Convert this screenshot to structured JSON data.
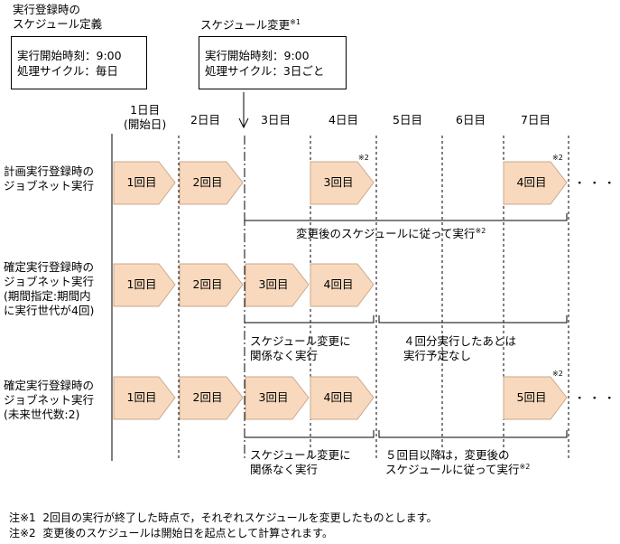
{
  "header": {
    "initial_title_1": "実行登録時の",
    "initial_title_2": "スケジュール定義",
    "initial_box_line1": "実行開始時刻：9:00",
    "initial_box_line2": "処理サイクル：毎日",
    "change_title": "スケジュール変更",
    "change_mark": "※1",
    "change_box_line1": "実行開始時刻：9:00",
    "change_box_line2": "処理サイクル：3日ごと"
  },
  "days": {
    "d1_line1": "1日目",
    "d1_line2": "(開始日)",
    "d2": "2日目",
    "d3": "3日目",
    "d4": "4日目",
    "d5": "5日目",
    "d6": "6日目",
    "d7": "7日目"
  },
  "rows": {
    "r1_line1": "計画実行登録時の",
    "r1_line2": "ジョブネット実行",
    "r2_line1": "確定実行登録時の",
    "r2_line2": "ジョブネット実行",
    "r2_line3": "(期間指定:期間内",
    "r2_line4": "に実行世代が4回)",
    "r3_line1": "確定実行登録時の",
    "r3_line2": "ジョブネット実行",
    "r3_line3": "(未来世代数:2)"
  },
  "runs": {
    "first": "1回目",
    "second": "2回目",
    "third": "3回目",
    "fourth": "4回目",
    "fifth": "5回目",
    "note_mark": "※2",
    "ellipsis": "・・・"
  },
  "brackets": {
    "r1_text": "変更後のスケジュールに従って実行",
    "r1_mark": "※2",
    "r2_left_1": "スケジュール変更に",
    "r2_left_2": "関係なく実行",
    "r2_right_1": "４回分実行したあとは",
    "r2_right_2": "実行予定なし",
    "r3_left_1": "スケジュール変更に",
    "r3_left_2": "関係なく実行",
    "r3_right_1": "５回目以降は，変更後の",
    "r3_right_2": "スケジュールに従って実行",
    "r3_right_mark": "※2"
  },
  "notes": {
    "n1_label": "注※1",
    "n1_text": "2回目の実行が終了した時点で，それぞれスケジュールを変更したものとします。",
    "n2_label": "注※2",
    "n2_text": "変更後のスケジュールは開始日を起点として計算されます。"
  },
  "colors": {
    "run_fill": "#f9d9bd",
    "run_stroke": "#c9a88c",
    "line": "#000000"
  }
}
